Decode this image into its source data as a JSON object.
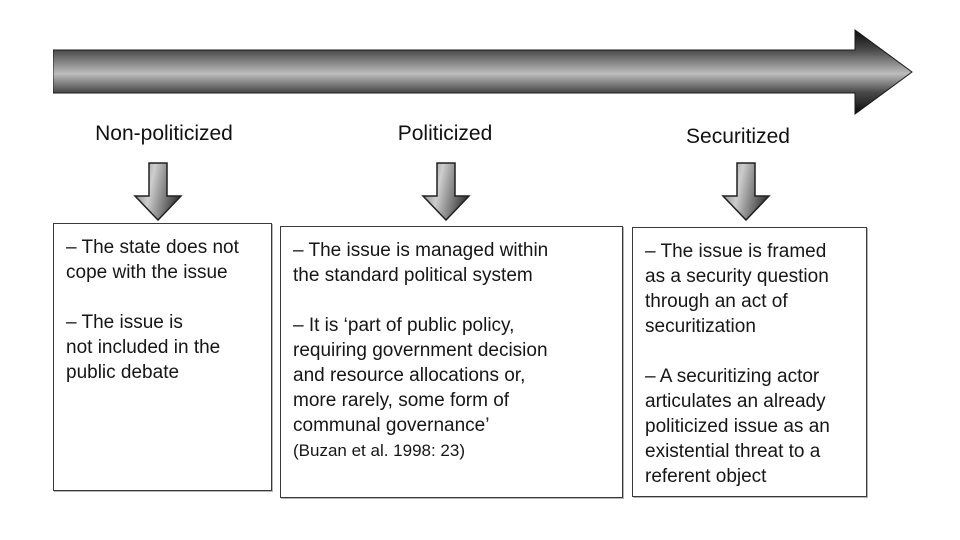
{
  "page": {
    "background": "#ffffff"
  },
  "colors": {
    "arrow_edge": "#0a0a0a",
    "arrow_body_dark": "#4a4a4a",
    "arrow_highlight": "#bdbdbd",
    "small_arrow_left": "#7a7a7a",
    "small_arrow_mid": "#cdcdcd",
    "small_arrow_right": "#3f3f3f",
    "box_border": "#3a3a3a",
    "text": "#161616"
  },
  "stages": [
    {
      "label": "Non-politicized",
      "lines": [
        "– The state does not",
        "cope with the issue",
        "",
        "– The issue is",
        "not included in the",
        "public debate"
      ]
    },
    {
      "label": "Politicized",
      "lines": [
        "– The issue is managed within",
        "the standard political system",
        "",
        "– It is ‘part of public policy,",
        "requiring government decision",
        "and resource allocations or,",
        "more rarely, some form of",
        "communal governance’"
      ],
      "citation": "(Buzan et al. 1998: 23)"
    },
    {
      "label": "Securitized",
      "lines": [
        "– The issue is framed",
        "as a security question",
        "through an act of",
        "securitization",
        "",
        "– A securitizing actor",
        "articulates an already",
        "politicized issue as an",
        "existential threat to a",
        "referent object"
      ]
    }
  ]
}
